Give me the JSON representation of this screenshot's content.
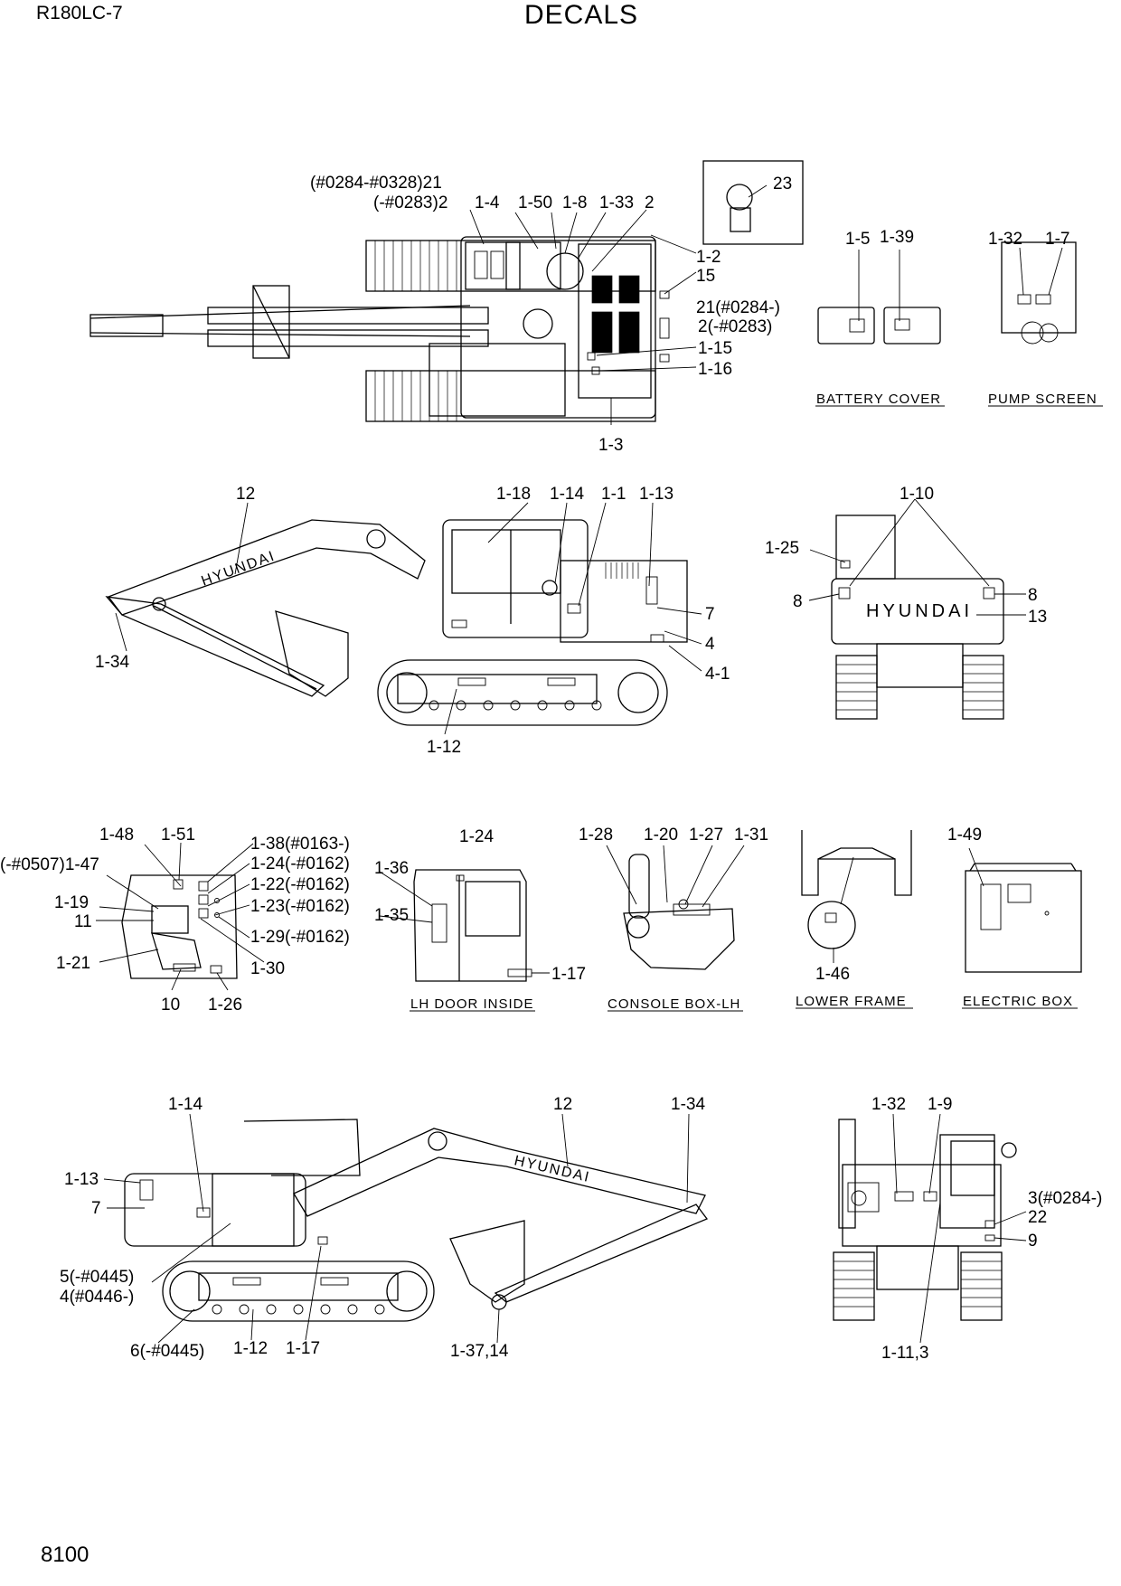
{
  "header": {
    "model": "R180LC-7",
    "title": "DECALS"
  },
  "footer": {
    "page_number": "8100"
  },
  "views": {
    "top": {
      "labels": [
        "(#0284-#0328)21",
        "(-#0283)2",
        "1-4",
        "1-50",
        "1-8",
        "1-33",
        "2",
        "23",
        "1-2",
        "15",
        "21(#0284-)",
        "2(-#0283)",
        "1-15",
        "1-16",
        "1-3"
      ]
    },
    "battery_cover": {
      "caption": "BATTERY COVER",
      "labels": [
        "1-5",
        "1-39"
      ]
    },
    "pump_screen": {
      "caption": "PUMP SCREEN",
      "labels": [
        "1-32",
        "1-7"
      ]
    },
    "side_left": {
      "labels": [
        "12",
        "1-18",
        "1-14",
        "1-1",
        "1-13",
        "7",
        "4",
        "4-1",
        "1-34",
        "1-12"
      ],
      "brand": "HYUNDAI"
    },
    "rear": {
      "labels": [
        "1-10",
        "1-25",
        "8",
        "8",
        "13"
      ],
      "brand": "HYUNDAI"
    },
    "cab_inside": {
      "labels": [
        "1-48",
        "1-51",
        "1-38(#0163-)",
        "1-24(-#0162)",
        "(-#0507)1-47",
        "1-22(-#0162)",
        "1-19",
        "1-23(-#0162)",
        "11",
        "1-29(-#0162)",
        "1-21",
        "1-30",
        "10",
        "1-26"
      ]
    },
    "lh_door": {
      "caption": "LH DOOR INSIDE",
      "labels": [
        "1-24",
        "1-36",
        "1-35",
        "1-17"
      ]
    },
    "console_box": {
      "caption": "CONSOLE BOX-LH",
      "labels": [
        "1-28",
        "1-20",
        "1-27",
        "1-31"
      ]
    },
    "lower_frame": {
      "caption": "LOWER FRAME",
      "labels": [
        "1-46"
      ]
    },
    "electric_box": {
      "caption": "ELECTRIC BOX",
      "labels": [
        "1-49"
      ]
    },
    "side_right": {
      "labels": [
        "1-14",
        "12",
        "1-34",
        "1-13",
        "7",
        "5(-#0445)",
        "4(#0446-)",
        "6(-#0445)",
        "1-12",
        "1-17",
        "1-37,14"
      ],
      "brand": "HYUNDAI"
    },
    "front": {
      "labels": [
        "1-32",
        "1-9",
        "3(#0284-)",
        "22",
        "9",
        "1-11,3"
      ]
    }
  }
}
